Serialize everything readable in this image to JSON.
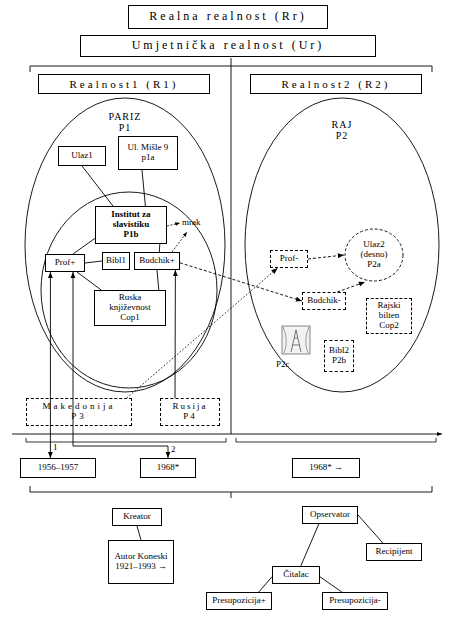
{
  "diagram": {
    "nodes": [
      {
        "text": [
          "Realna realnost (Rr)"
        ]
      },
      {
        "text": [
          "Umjetnička realnost (Ur)"
        ]
      },
      {
        "text": [
          "Realnost1 (R1)"
        ]
      },
      {
        "text": [
          "Realnost2 (R2)"
        ]
      },
      {
        "text": [
          "PARIZ",
          "P1"
        ]
      },
      {
        "text": [
          "Ulaz1"
        ],
        "in": 4
      },
      {
        "text": [
          "Ul. Mišle 9",
          "p1a"
        ],
        "in": 4
      },
      {
        "text": [
          "Institut za slavistiku",
          "P1b"
        ],
        "in": 4
      },
      {
        "text": [
          "Prof+"
        ],
        "in": 4
      },
      {
        "text": [
          "Bibl1"
        ],
        "in": 4
      },
      {
        "text": [
          "Budchik+"
        ],
        "in": 4
      },
      {
        "text": [
          "Ruska književnost",
          "Cop1"
        ],
        "in": 4
      },
      {
        "text": [
          "Makedonija",
          "P3"
        ]
      },
      {
        "text": [
          "Rusija",
          "P4"
        ]
      },
      {
        "text": [
          "RAJ",
          "P2"
        ]
      },
      {
        "text": [
          "Prof-"
        ],
        "in": 14
      },
      {
        "text": [
          "Ulaz2 (desno)",
          "P2a"
        ],
        "in": 14
      },
      {
        "text": [
          "Budchik-"
        ],
        "in": 14
      },
      {
        "text": [
          "Rajski bilten",
          "Cop2"
        ],
        "in": 14
      },
      {
        "text": [
          "P2c"
        ],
        "in": 14
      },
      {
        "text": [
          "Bibl2",
          "P2b"
        ],
        "in": 14
      },
      {
        "text": [
          "1956–1957"
        ]
      },
      {
        "text": [
          "1968*"
        ]
      },
      {
        "text": [
          "1968* →"
        ]
      },
      {
        "text": [
          "Kreator"
        ]
      },
      {
        "text": [
          "Autor Koneski 1921–1993 →"
        ]
      },
      {
        "text": [
          "Opservator"
        ]
      },
      {
        "text": [
          "Recipijent"
        ]
      },
      {
        "text": [
          "Čitalac"
        ]
      },
      {
        "text": [
          "Presupozicija+"
        ]
      },
      {
        "text": [
          "Presupozicija-"
        ]
      }
    ],
    "edges": [
      {
        "from": 5,
        "to": 7,
        "arrow": "none"
      },
      {
        "from": 6,
        "to": 7,
        "arrow": "none"
      },
      {
        "from": 7,
        "to": 8,
        "arrow": "none"
      },
      {
        "from": 7,
        "to": 10,
        "arrow": "none"
      },
      {
        "from": 8,
        "to": 9,
        "arrow": "none"
      },
      {
        "from": 11,
        "to": 8,
        "arrow": "none"
      },
      {
        "from": 11,
        "to": 10,
        "arrow": "none"
      },
      {
        "from": 21,
        "to": 8,
        "label": "1",
        "arrow": "both"
      },
      {
        "from": 8,
        "to": 22,
        "label": "2",
        "arrow": "both"
      },
      {
        "from": 13,
        "to": 10,
        "arrow": "to"
      },
      {
        "from": 12,
        "to": 15,
        "arrow": "to"
      },
      {
        "from": 10,
        "to": 17,
        "arrow": "to"
      },
      {
        "from": 15,
        "to": 16,
        "arrow": "to"
      },
      {
        "from": 17,
        "to": 16,
        "arrow": "to"
      },
      {
        "from": 24,
        "to": 25,
        "arrow": "none"
      },
      {
        "from": 26,
        "to": 27,
        "arrow": "none"
      },
      {
        "from": 26,
        "to": 28,
        "arrow": "none"
      },
      {
        "from": 28,
        "to": 29,
        "arrow": "none"
      },
      {
        "from": 28,
        "to": 30,
        "arrow": "none"
      }
    ],
    "labels": [
      "mrak"
    ]
  }
}
